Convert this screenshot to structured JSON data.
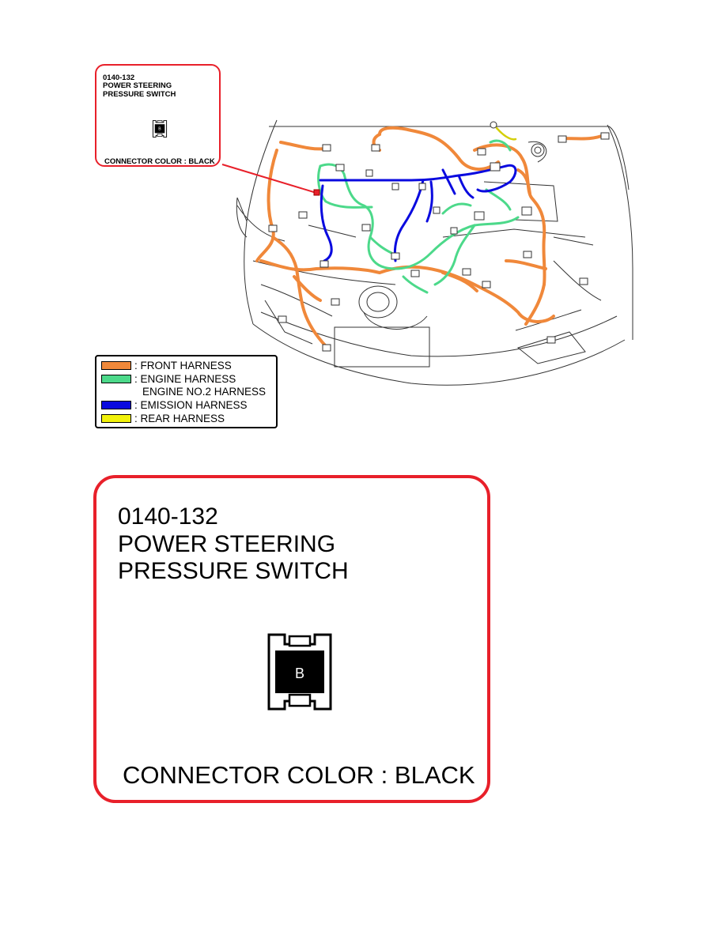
{
  "callout_small": {
    "code": "0140-132",
    "name_line1": "POWER STEERING",
    "name_line2": "PRESSURE SWITCH",
    "terminal_label": "B",
    "connector_color": "CONNECTOR COLOR : BLACK"
  },
  "legend": {
    "items": [
      {
        "label": "FRONT HARNESS",
        "text": ": FRONT HARNESS",
        "color": "#f0883a"
      },
      {
        "label": "ENGINE HARNESS",
        "text": ": ENGINE HARNESS",
        "color": "#4cd98a"
      },
      {
        "label": "ENGINE NO.2 HARNESS",
        "text": "ENGINE NO.2 HARNESS",
        "color": "#4cd98a"
      },
      {
        "label": "EMISSION HARNESS",
        "text": ": EMISSION HARNESS",
        "color": "#0a0adf"
      },
      {
        "label": "REAR HARNESS",
        "text": ": REAR HARNESS",
        "color": "#f2f20a"
      }
    ]
  },
  "callout_large": {
    "code": "0140-132",
    "name_line1": "POWER STEERING",
    "name_line2": "PRESSURE SWITCH",
    "terminal_label": "B",
    "connector_color": "CONNECTOR COLOR : BLACK"
  },
  "colors": {
    "callout_border": "#e8202a",
    "front_harness": "#f0883a",
    "engine_harness": "#4cd98a",
    "emission_harness": "#0a0adf",
    "rear_harness": "#f2f20a"
  }
}
